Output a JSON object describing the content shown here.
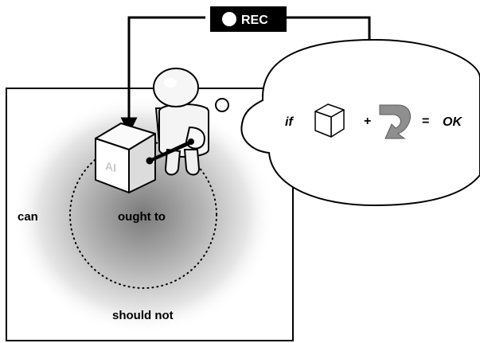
{
  "recorder": {
    "label": "REC"
  },
  "zones": {
    "outer": "can",
    "inner": "ought to",
    "outside": "should not"
  },
  "ai_box": {
    "label": "AI"
  },
  "thought": {
    "if_text": "if",
    "plus": "+",
    "equals": "=",
    "result": "OK"
  }
}
